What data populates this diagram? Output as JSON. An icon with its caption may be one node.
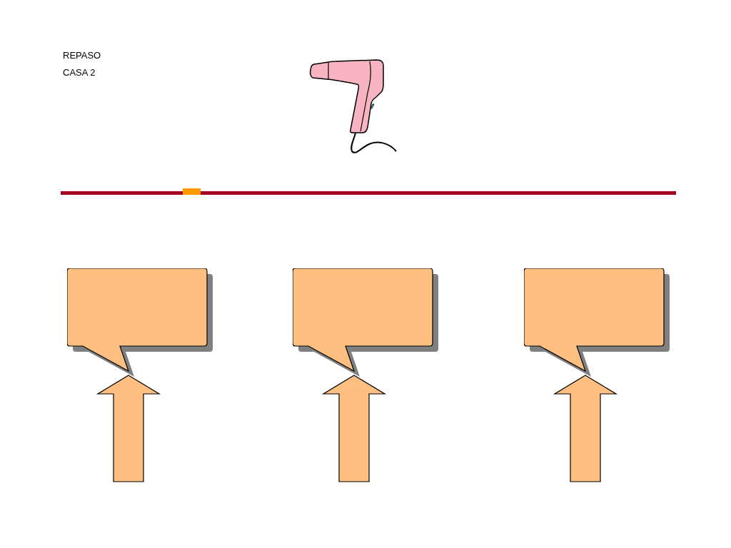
{
  "diagram": {
    "nodes": [
      {
        "text": [],
        "shape": "bubble"
      },
      {
        "text": [],
        "shape": "bubble"
      },
      {
        "text": [],
        "shape": "bubble"
      }
    ],
    "edges": [
      {
        "from": null,
        "to": 0,
        "arrow": "to"
      },
      {
        "from": null,
        "to": 1,
        "arrow": "to"
      },
      {
        "from": null,
        "to": 2,
        "arrow": "to"
      }
    ],
    "labels": [
      "REPASO",
      "CASA 2"
    ]
  }
}
